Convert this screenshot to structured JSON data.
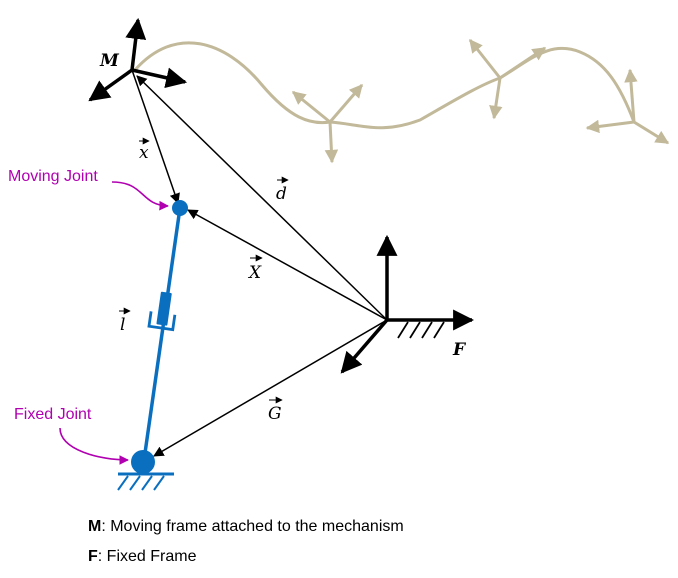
{
  "frames": {
    "moving_label": "M",
    "fixed_label": "F"
  },
  "joints": {
    "moving_label": "Moving Joint",
    "fixed_label": "Fixed Joint"
  },
  "vectors": {
    "x": "x",
    "d": "d",
    "X": "X",
    "l": "l",
    "G": "G"
  },
  "legend": [
    {
      "key": "M",
      "text": ": Moving frame attached to the mechanism"
    },
    {
      "key": "F",
      "text": ": Fixed Frame"
    }
  ],
  "colors": {
    "trajectory": "#c2b99a",
    "mechanism": "#0b6fc0",
    "annotation": "#b000b0",
    "vector": "#000000"
  }
}
